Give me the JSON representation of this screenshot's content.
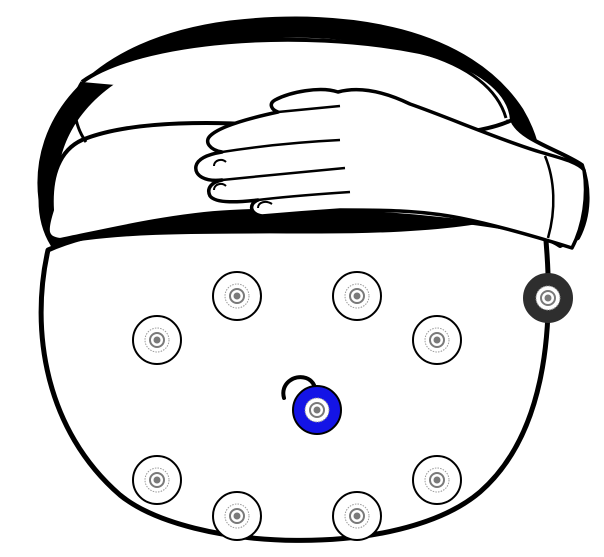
{
  "colors": {
    "outline": "#000000",
    "fill": "#ffffff",
    "electrode_ring": "#9a9a9a",
    "electrode_center": "#7a7a7a",
    "reference_electrode": "#1414e6",
    "ground_electrode": "#2e2e2e"
  },
  "icons": {
    "hand": "hand-icon",
    "electrode": "electrode-icon",
    "cable_hook": "cable-hook-icon"
  },
  "electrodes": [
    {
      "id": "top-left",
      "type": "standard"
    },
    {
      "id": "top-right",
      "type": "standard"
    },
    {
      "id": "mid-left",
      "type": "standard"
    },
    {
      "id": "mid-right",
      "type": "standard"
    },
    {
      "id": "center",
      "type": "reference"
    },
    {
      "id": "bottom-left-outer",
      "type": "standard"
    },
    {
      "id": "bottom-left-inner",
      "type": "standard"
    },
    {
      "id": "bottom-right-inner",
      "type": "standard"
    },
    {
      "id": "bottom-right-outer",
      "type": "standard"
    },
    {
      "id": "side",
      "type": "ground"
    }
  ]
}
